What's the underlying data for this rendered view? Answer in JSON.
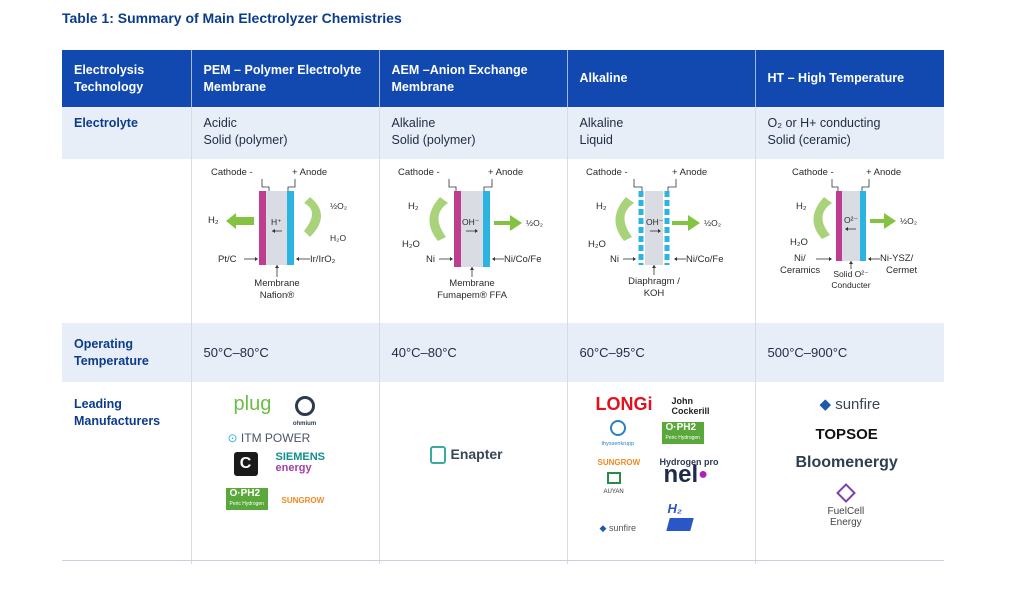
{
  "title": "Table 1: Summary of Main Electrolyzer Chemistries",
  "header": [
    "Electrolysis Technology",
    "PEM – Polymer Electrolyte Membrane",
    "AEM –Anion Exchange Membrane",
    "Alkaline",
    "HT – High Temperature"
  ],
  "electrolyte": {
    "label": "Electrolyte",
    "pem": [
      "Acidic",
      "Solid (polymer)"
    ],
    "aem": [
      "Alkaline",
      "Solid (polymer)"
    ],
    "alk": [
      "Alkaline",
      "Liquid"
    ],
    "ht": [
      "O₂ or H+ conducting",
      "Solid (ceramic)"
    ]
  },
  "diagrams": {
    "pem": {
      "cathode": "Cathode -",
      "anode": "+ Anode",
      "h2": "H₂",
      "ion": "H⁺",
      "o2": "½O₂",
      "h2o": "H₂O",
      "left": "Pt/C",
      "right": "Ir/IrO₂",
      "mem1": "Membrane",
      "mem2": "Nafion®"
    },
    "aem": {
      "cathode": "Cathode -",
      "anode": "+ Anode",
      "h2": "H₂",
      "h2o": "H₂O",
      "ion": "OH⁻",
      "o2": "½O₂",
      "left": "Ni",
      "right": "Ni/Co/Fe",
      "mem1": "Membrane",
      "mem2": "Fumapem® FFA"
    },
    "alk": {
      "cathode": "Cathode -",
      "anode": "+ Anode",
      "h2": "H₂",
      "h2o": "H₂O",
      "ion": "OH⁻",
      "o2": "½O₂",
      "left": "Ni",
      "right": "Ni/Co/Fe",
      "mem1": "Diaphragm /",
      "mem2": "KOH"
    },
    "ht": {
      "cathode": "Cathode -",
      "anode": "+ Anode",
      "h2": "H₂",
      "h2o": "H₂O",
      "ion": "O²⁻",
      "o2": "½O₂",
      "left1": "Ni/",
      "left2": "Ceramics",
      "right1": "Ni-YSZ/",
      "right2": "Cermet",
      "mem1": "Solid O²⁻",
      "mem2": "Conducter"
    }
  },
  "temperature": {
    "label1": "Operating",
    "label2": "Temperature",
    "pem": "50°C–80°C",
    "aem": "40°C–80°C",
    "alk": "60°C–95°C",
    "ht": "500°C–900°C"
  },
  "manufacturers": {
    "label1": "Leading",
    "label2": "Manufacturers",
    "pem": {
      "plug": "plug",
      "ohmium": "ohmium",
      "itm": "ITM POWER",
      "siemens1": "SIEMENS",
      "siemens2": "energy",
      "oph2": "O·PH2",
      "oph2_sub": "Peric Hydrogen",
      "sungrow": "SUNGROW"
    },
    "aem": {
      "enapter": "Enapter"
    },
    "alk": {
      "longi": "LONGi",
      "jc1": "John",
      "jc2": "Cockerill",
      "thyssen": "thyssenkrupp",
      "oph2": "O·PH2",
      "oph2_sub": "Peric Hydrogen",
      "sungrow": "SUNGROW",
      "hydrogenpro": "Hydrogen pro",
      "auyan": "AUYAN",
      "nel": "nel",
      "sunfire": "sunfire"
    },
    "ht": {
      "sunfire": "sunfire",
      "topsoe": "TOPSOE",
      "bloom": "Bloomenergy",
      "fc1": "FuelCell",
      "fc2": "Energy"
    }
  }
}
